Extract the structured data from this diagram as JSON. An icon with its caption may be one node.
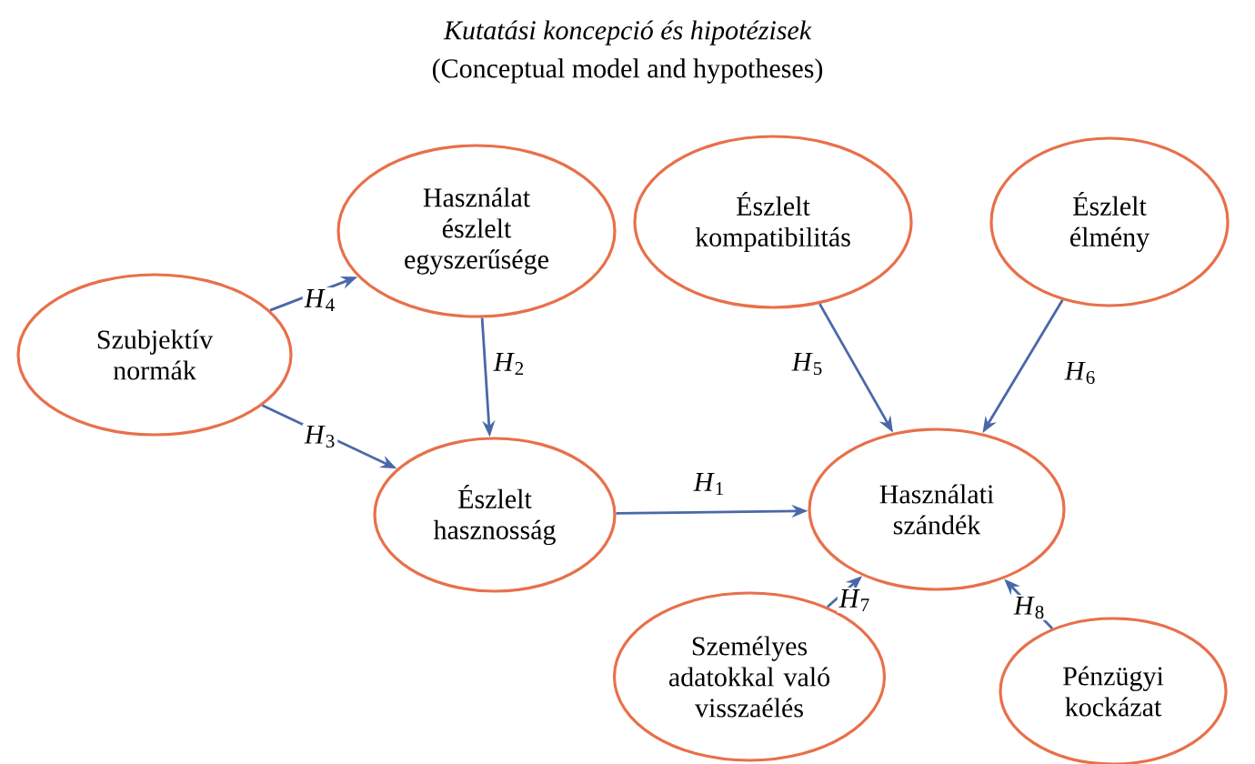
{
  "diagram": {
    "title": "Kutatási koncepció és hipotézisek",
    "caption": "(Conceptual model and hypotheses)",
    "nodes": [
      {
        "text": [
          "Szubjektív normák"
        ]
      },
      {
        "text": [
          "Használat észlelt egyszerűsége"
        ]
      },
      {
        "text": [
          "Észlelt hasznosság"
        ]
      },
      {
        "text": [
          "Észlelt kompatibilitás"
        ]
      },
      {
        "text": [
          "Észlelt élmény"
        ]
      },
      {
        "text": [
          "Használati szándék"
        ]
      },
      {
        "text": [
          "Személyes adatokkal való visszaélés"
        ]
      },
      {
        "text": [
          "Pénzügyi kockázat"
        ]
      }
    ],
    "edges": [
      {
        "from": 0,
        "to": 1,
        "arrow": "to",
        "label": "*H*$_{4}$"
      },
      {
        "from": 0,
        "to": 2,
        "arrow": "to",
        "label": "*H*$_{3}$"
      },
      {
        "from": 1,
        "to": 2,
        "arrow": "to",
        "label": "*H*$_{2}$"
      },
      {
        "from": 2,
        "to": 5,
        "arrow": "to",
        "label": "*H*$_{1}$"
      },
      {
        "from": 3,
        "to": 5,
        "arrow": "to",
        "label": "*H*$_{5}$"
      },
      {
        "from": 4,
        "to": 5,
        "arrow": "to",
        "label": "*H*$_{6}$"
      },
      {
        "from": 6,
        "to": 5,
        "arrow": "to",
        "label": "*H*$_{7}$"
      },
      {
        "from": 7,
        "to": 5,
        "arrow": "to",
        "label": "*H*$_{8}$"
      }
    ]
  }
}
